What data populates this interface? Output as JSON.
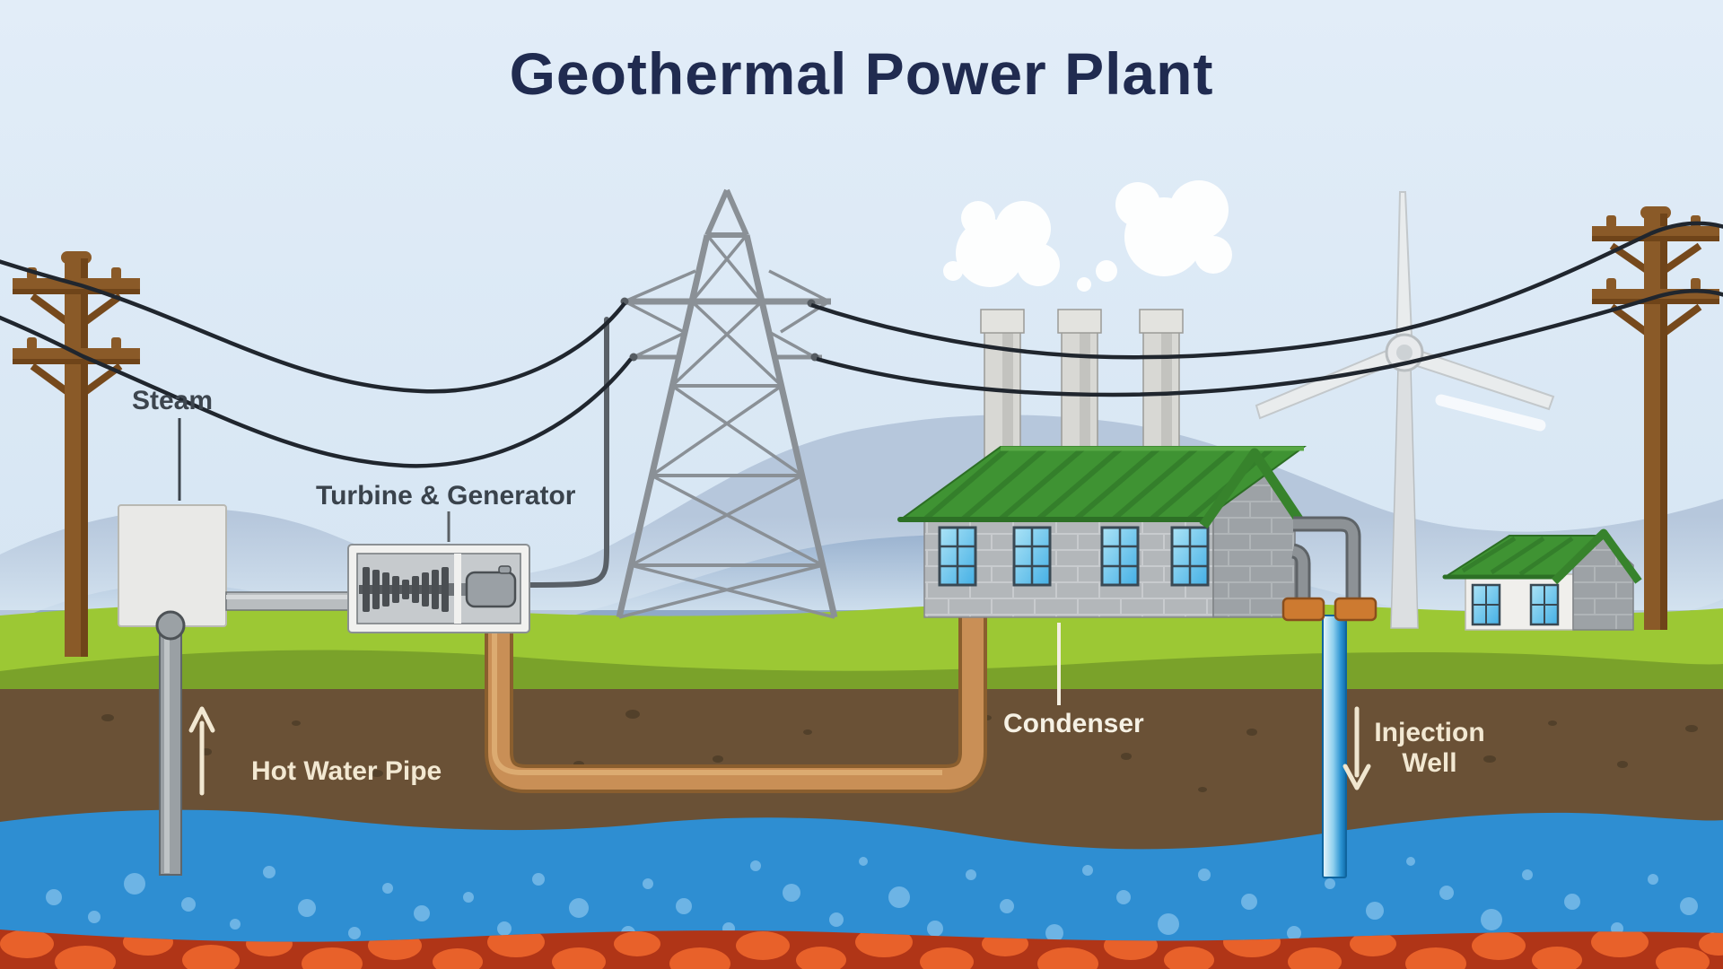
{
  "title": {
    "text": "Geothermal Power Plant"
  },
  "labels": {
    "steam": "Steam",
    "turbine_generator": "Turbine & Generator",
    "hot_water_pipe": "Hot Water Pipe",
    "condenser": "Condenser",
    "injection_well": "Injection Well"
  },
  "colors": {
    "sky": "#d7e5f2",
    "title_navy": "#202b50",
    "mountain_far": "#b6c7dc",
    "mountain_near": "#8fa9c9",
    "grass": "#9cc834",
    "grass_shade": "#7aa22a",
    "soil": "#6a5136",
    "water": "#2e8ed2",
    "water_bubble": "#6db4e5",
    "magma": "#b03517",
    "magma_rock": "#e8612a",
    "roof_green": "#3f9333",
    "wall_gray": "#b3b7ba",
    "pipe_brown": "#c98f56",
    "pole_brown": "#8a5a28",
    "wire_dark": "#20262e",
    "label_cream": "#f2e8d2",
    "label_dark": "#3d454e"
  },
  "components": [
    "steam-production-well",
    "turbine-and-generator",
    "transmission-tower",
    "power-plant-building",
    "condenser",
    "injection-well",
    "hot-water-pipe",
    "wind-turbine",
    "utility-poles",
    "aquifer-water-layer",
    "magma-layer"
  ]
}
